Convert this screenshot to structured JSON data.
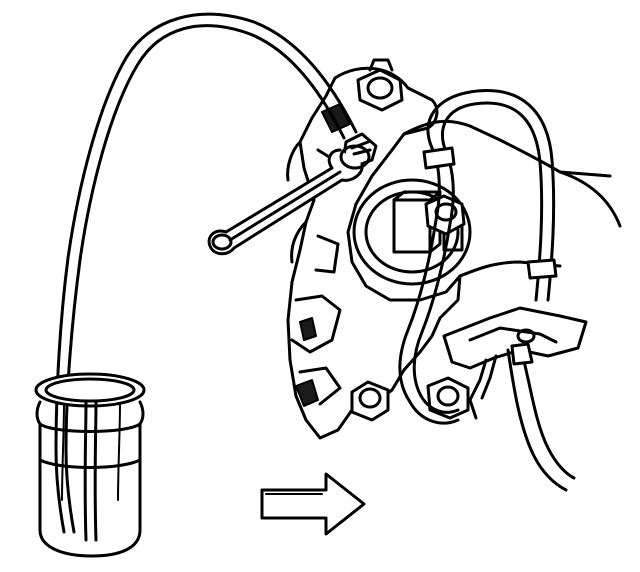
{
  "figure": {
    "style": "black line art on white",
    "parts": [
      "bleeder-hose",
      "box-end-wrench",
      "bleeder-valve",
      "brake-caliper",
      "caliper-mounting-bolt-upper",
      "caliper-mounting-bolt-lower",
      "brake-hose",
      "brake-line",
      "hose-bracket",
      "drain-container",
      "direction-arrow"
    ],
    "arrow_direction": "right",
    "colors": {
      "line": "#000000",
      "background": "#ffffff",
      "shade": "#1a1a1a"
    }
  }
}
